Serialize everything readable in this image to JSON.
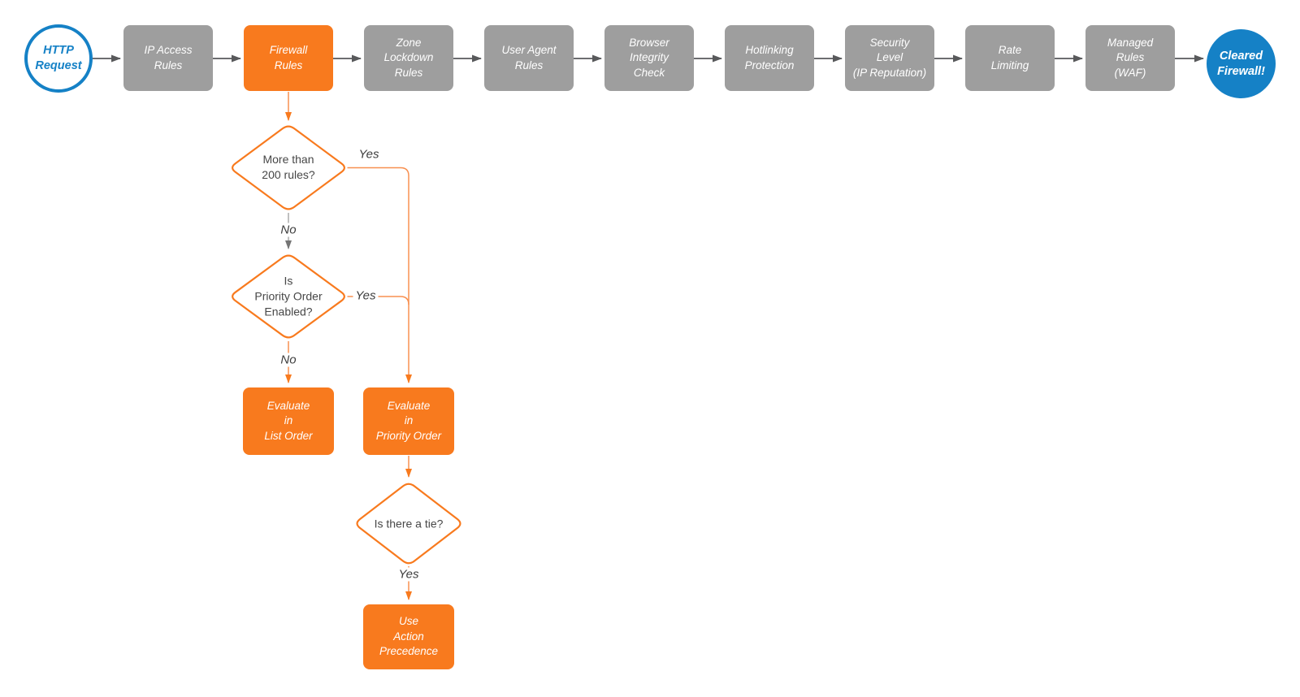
{
  "diagram": {
    "description_colors": {
      "accent_orange": "#F87A1E",
      "node_gray": "#9E9E9E",
      "brand_blue": "#1581C6",
      "arrow_gray": "#58595B",
      "line_orange": "#F89050"
    },
    "nodes": {
      "start": "HTTP\nRequest",
      "ip_access": "IP Access\nRules",
      "firewall": "Firewall\nRules",
      "zone_lockdown": "Zone\nLockdown\nRules",
      "user_agent": "User Agent\nRules",
      "browser_integrity": "Browser\nIntegrity\nCheck",
      "hotlinking": "Hotlinking\nProtection",
      "security_level": "Security\nLevel\n(IP Reputation)",
      "rate_limiting": "Rate\nLimiting",
      "managed_rules": "Managed\nRules\n(WAF)",
      "end": "Cleared\nFirewall!",
      "decision_more_rules": "More than\n200 rules?",
      "decision_priority_enabled": "Is\nPriority Order\nEnabled?",
      "decision_tie": "Is there a tie?",
      "evaluate_list": "Evaluate\nin\nList Order",
      "evaluate_priority": "Evaluate\nin\nPriority Order",
      "use_action_precedence": "Use\nAction\nPrecedence"
    },
    "edge_labels": {
      "more_rules_yes": "Yes",
      "more_rules_no": "No",
      "priority_yes": "Yes",
      "priority_no": "No",
      "tie_yes": "Yes"
    }
  }
}
